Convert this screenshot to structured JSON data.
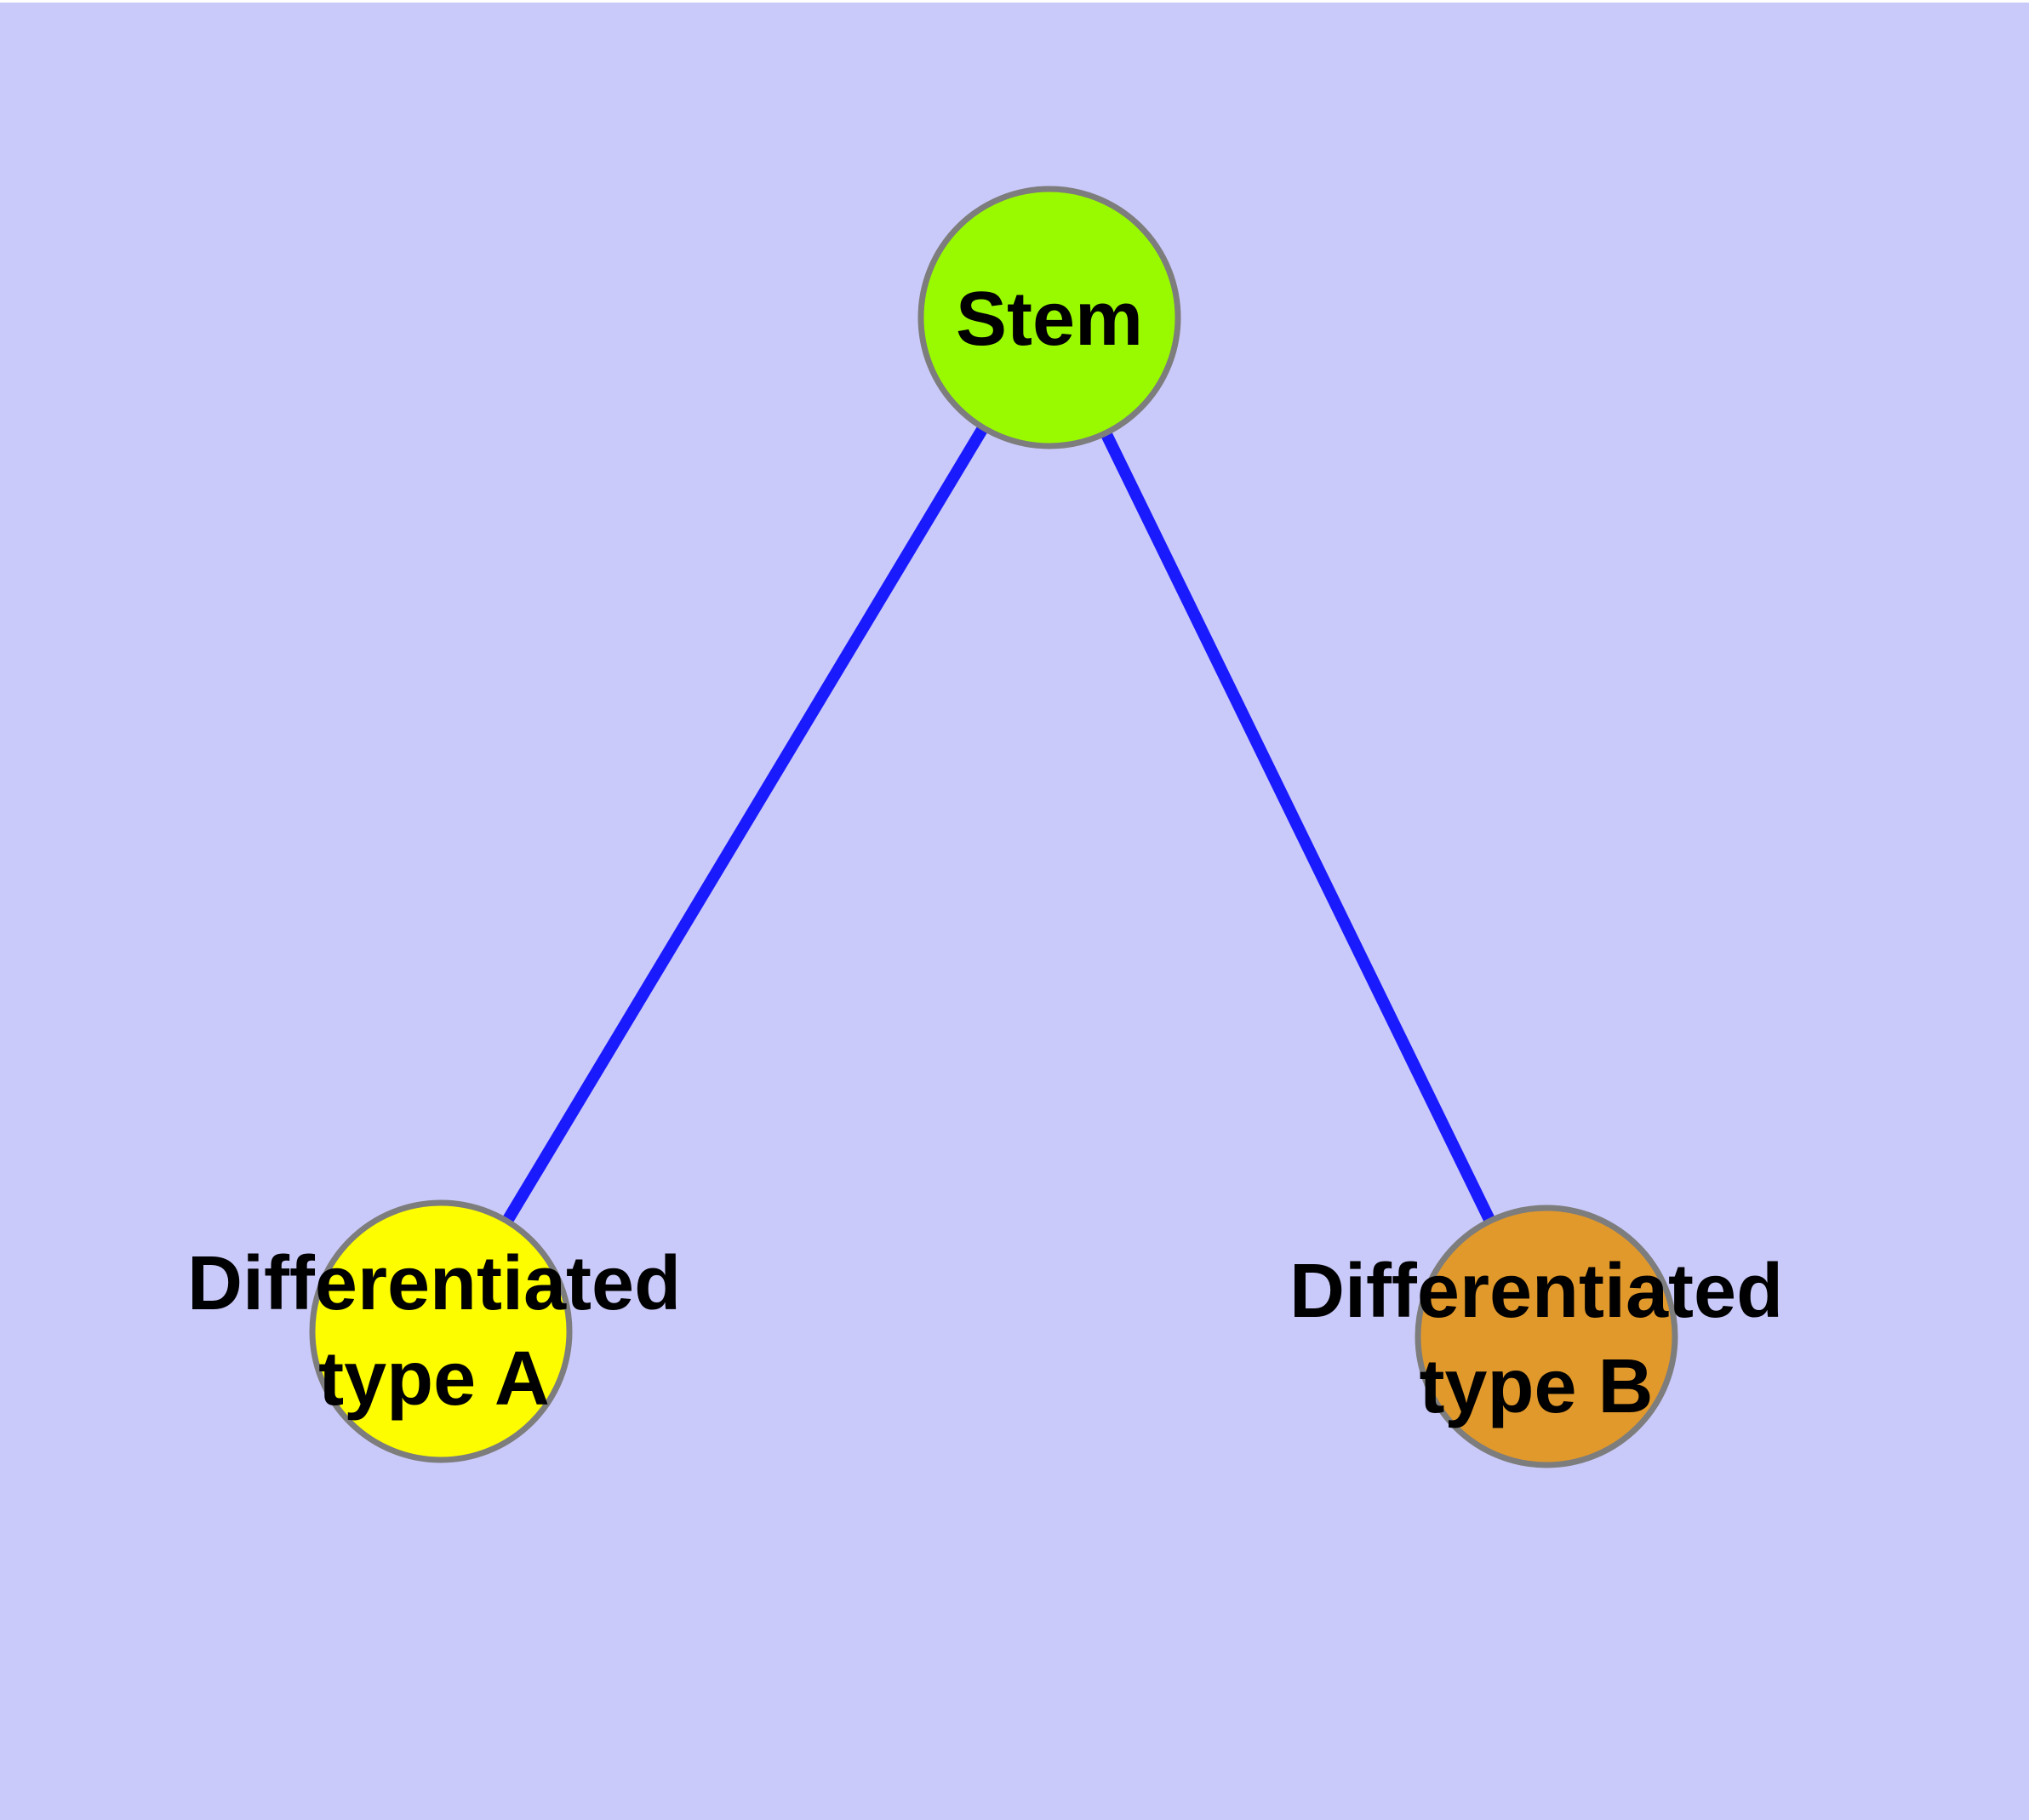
{
  "figure": {
    "title": "",
    "background_color": "#CACAFA",
    "top_strip_color": "#FFFFFF",
    "edge_color": "#1A1AFF",
    "node_border_color": "#7D7D7D",
    "label_color": "#000000",
    "nodes": [
      {
        "id": "stem",
        "label": "Stem",
        "fill": "#99FA00"
      },
      {
        "id": "differentiated-type-a",
        "label_line1": "Differentiated",
        "label_line2": "type A",
        "fill": "#FDFD00"
      },
      {
        "id": "differentiated-type-b",
        "label_line1": "Differentiated",
        "label_line2": "type B",
        "fill": "#E2992B"
      }
    ],
    "edges": [
      {
        "from": "Stem",
        "to": "Differentiated type A"
      },
      {
        "from": "Stem",
        "to": "Differentiated type B"
      }
    ]
  }
}
